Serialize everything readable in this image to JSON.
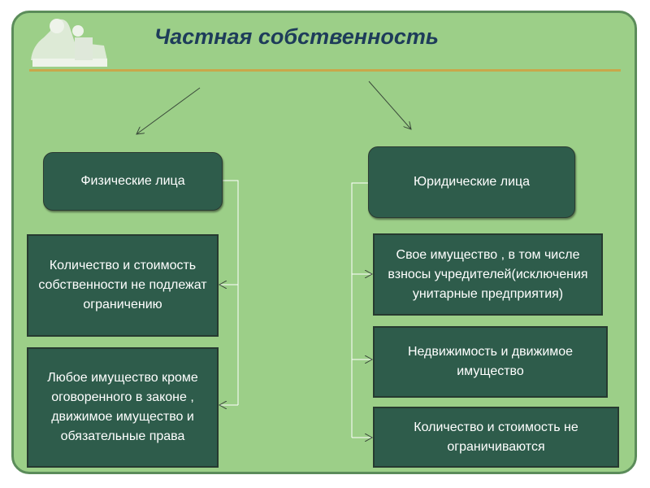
{
  "title": "Частная собственность",
  "logo_icon": "silhouette-figures-icon",
  "colors": {
    "background": "#9ccf88",
    "box": "#2e5c4b",
    "title": "#1e3c5a",
    "rule": "#c9a74a"
  },
  "left": {
    "header": "Физические лица",
    "items": [
      "Количество и стоимость собственности не подлежат ограничению",
      "Любое имущество кроме оговоренного в законе , движимое имущество и обязательные права"
    ]
  },
  "right": {
    "header": "Юридические лица",
    "items": [
      "Свое имущество , в том числе взносы учредителей(исключения унитарные предприятия)",
      "Недвижимость и движимое имущество",
      "Количество и стоимость не ограничиваются"
    ]
  }
}
